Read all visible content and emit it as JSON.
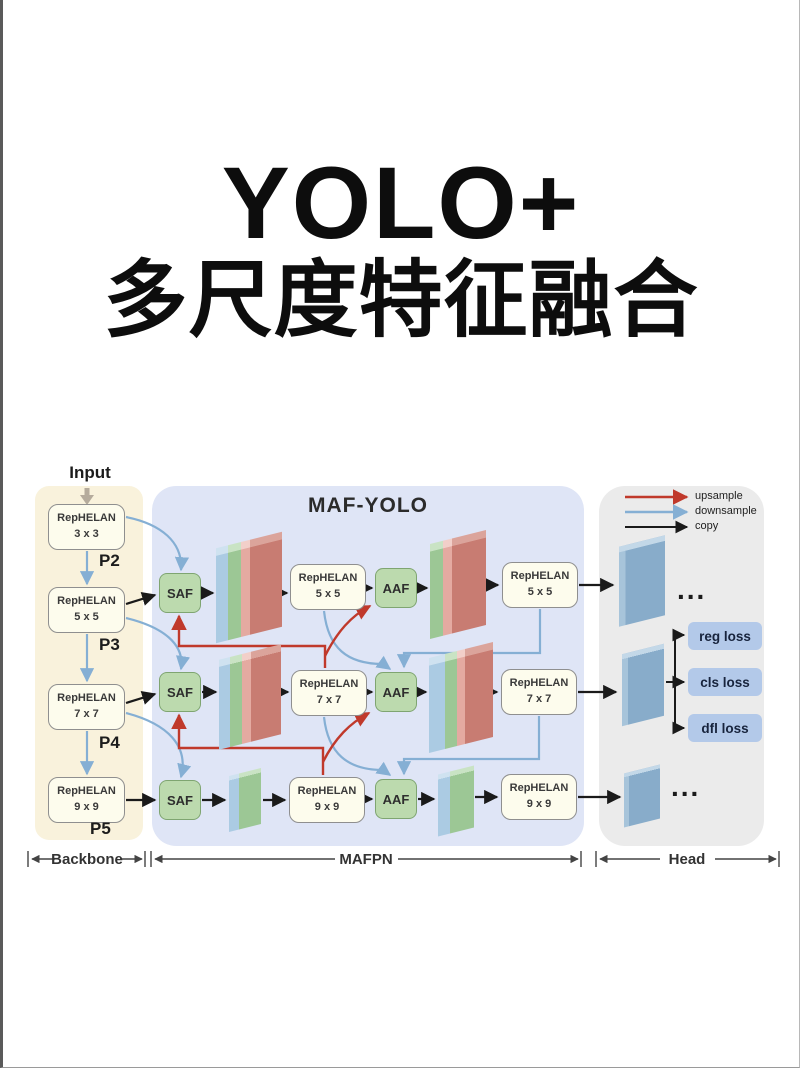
{
  "page": {
    "title_line1": "YOLO+",
    "title_line2": "多尺度特征融合"
  },
  "legend": {
    "upsample": "upsample",
    "downsample": "downsample",
    "copy": "copy"
  },
  "colors": {
    "upsample": "#c0392b",
    "downsample": "#85afd4",
    "copy": "#1a1a1a",
    "backbone_bg": "#f9f2dc",
    "mafpn_bg": "#dfe5f6",
    "head_bg": "#ebebeb",
    "block_green": "#bcdaae",
    "block_ivory": "#fdfced",
    "loss_blue": "#b3c9e9"
  },
  "backbone": {
    "input_label": "Input",
    "section_label": "Backbone",
    "blocks": [
      {
        "line1": "RepHELAN",
        "line2": "3 x 3"
      },
      {
        "line1": "RepHELAN",
        "line2": "5 x 5"
      },
      {
        "line1": "RepHELAN",
        "line2": "7 x 7"
      },
      {
        "line1": "RepHELAN",
        "line2": "9 x 9"
      }
    ],
    "pyramid_labels": [
      "P2",
      "P3",
      "P4",
      "P5"
    ]
  },
  "mafpn": {
    "title": "MAF-YOLO",
    "section_label": "MAFPN",
    "saf_label": "SAF",
    "aaf_label": "AAF",
    "rephelan_col1": [
      {
        "line1": "RepHELAN",
        "line2": "5 x 5"
      },
      {
        "line1": "RepHELAN",
        "line2": "7 x 7"
      },
      {
        "line1": "RepHELAN",
        "line2": "9 x 9"
      }
    ],
    "rephelan_col2": [
      {
        "line1": "RepHELAN",
        "line2": "5 x 5"
      },
      {
        "line1": "RepHELAN",
        "line2": "7 x 7"
      },
      {
        "line1": "RepHELAN",
        "line2": "9 x 9"
      }
    ]
  },
  "head": {
    "section_label": "Head",
    "ellipsis": "...",
    "losses": [
      "reg loss",
      "cls loss",
      "dfl loss"
    ]
  }
}
